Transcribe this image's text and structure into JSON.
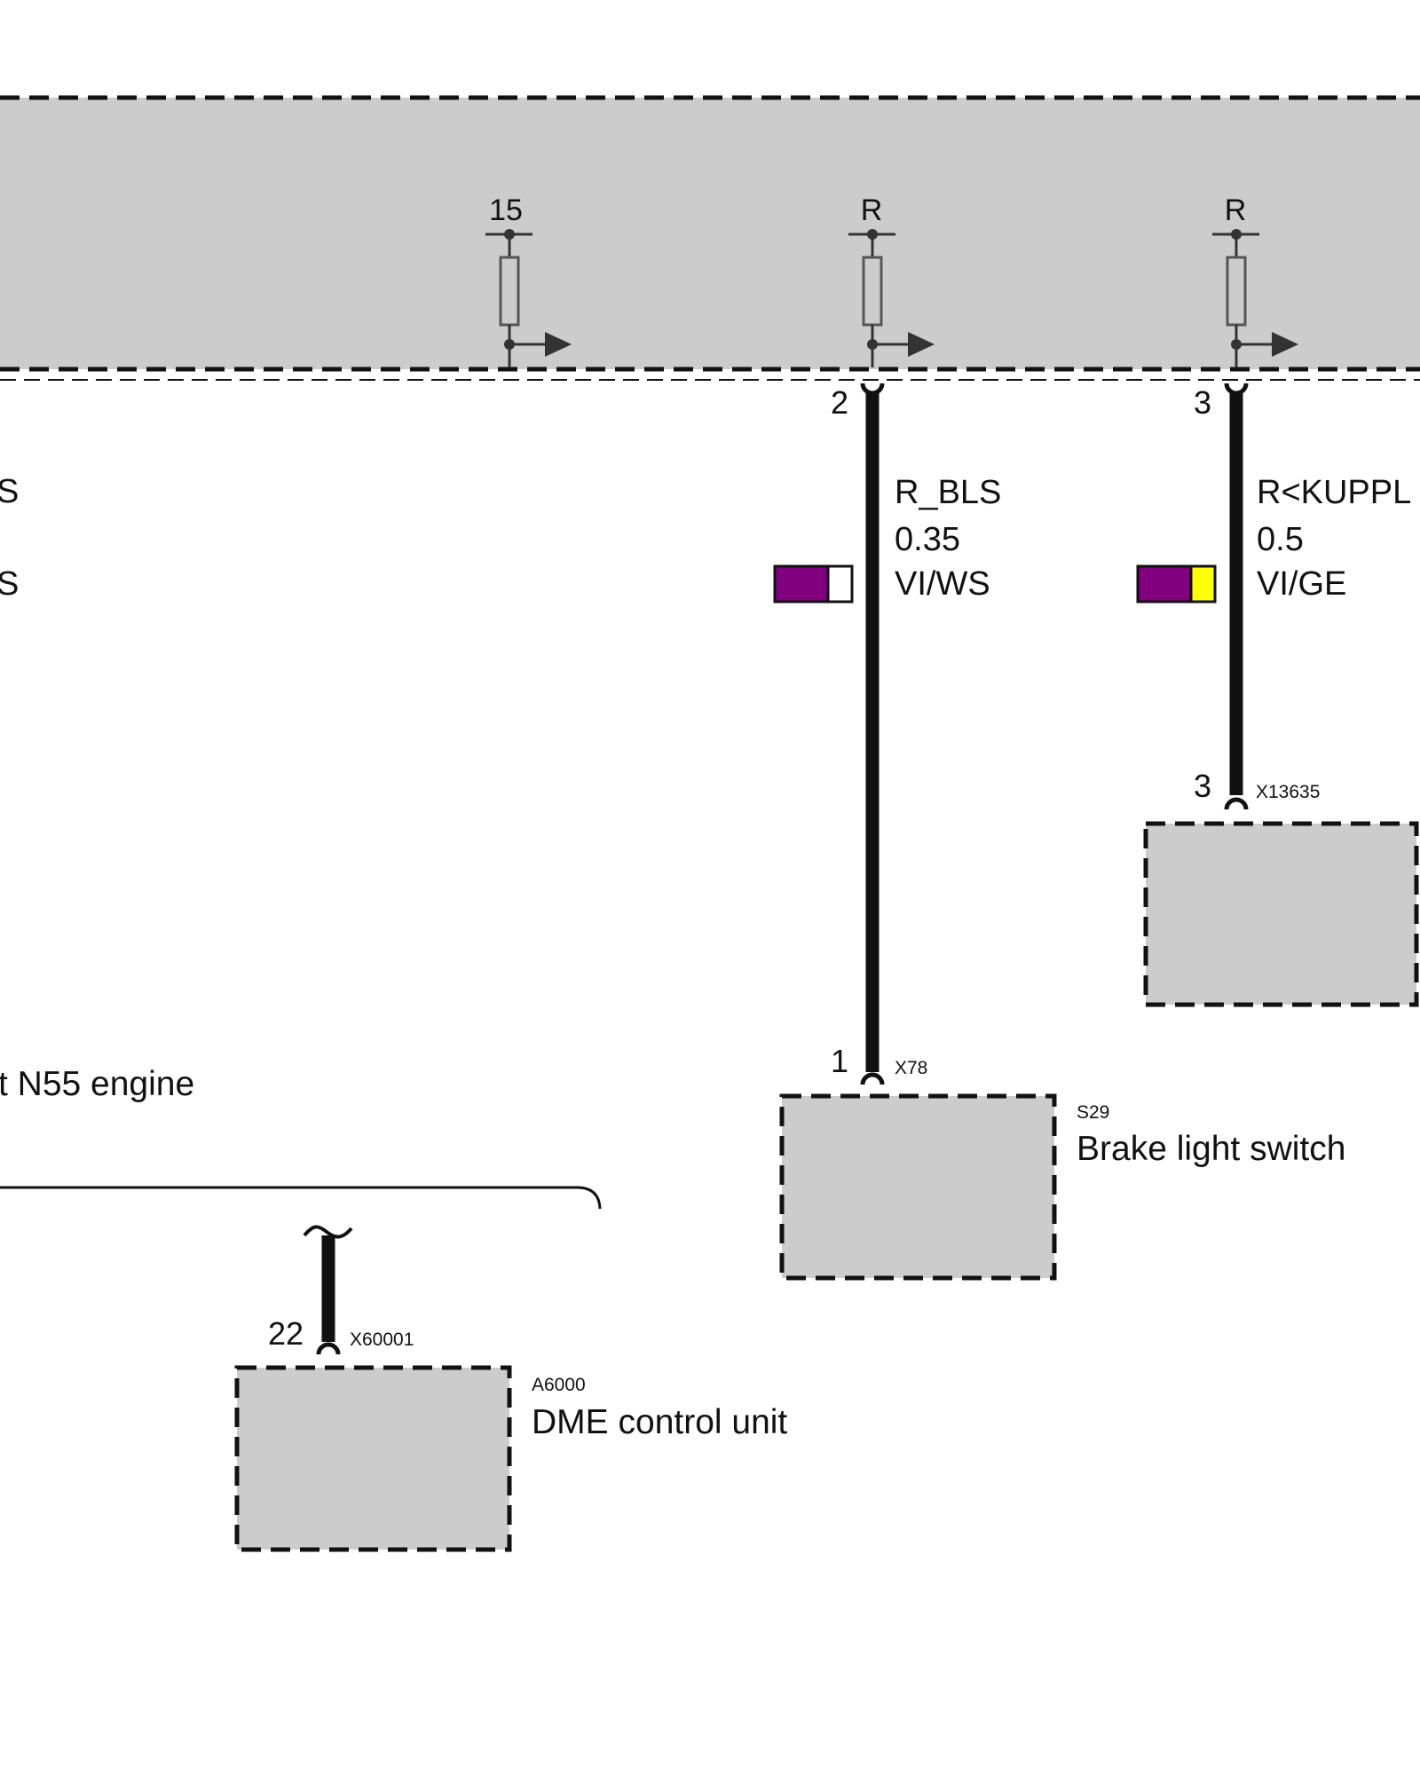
{
  "module": {
    "rail_labels": [
      "15",
      "R",
      "R"
    ],
    "left_cut_labels": [
      "S",
      "S"
    ],
    "engine_label_fragment": "t N55 engine"
  },
  "wires": [
    {
      "pin_top": "2",
      "signal": "R_BLS",
      "cross_section": "0.35",
      "color_code": "VI/WS",
      "color_primary": "#800080",
      "color_stripe": "#ffffff",
      "pin_bottom": "1",
      "connector": "X78"
    },
    {
      "pin_top": "3",
      "signal": "R<KUPPL",
      "cross_section": "0.5",
      "color_code": "VI/GE",
      "color_primary": "#800080",
      "color_stripe": "#ffff00",
      "pin_bottom": "3",
      "connector": "X13635"
    }
  ],
  "components": {
    "brake_switch": {
      "code": "S29",
      "name": "Brake light switch"
    },
    "dme": {
      "code": "A6000",
      "name": "DME control unit",
      "pin": "22",
      "connector": "X60001"
    }
  }
}
